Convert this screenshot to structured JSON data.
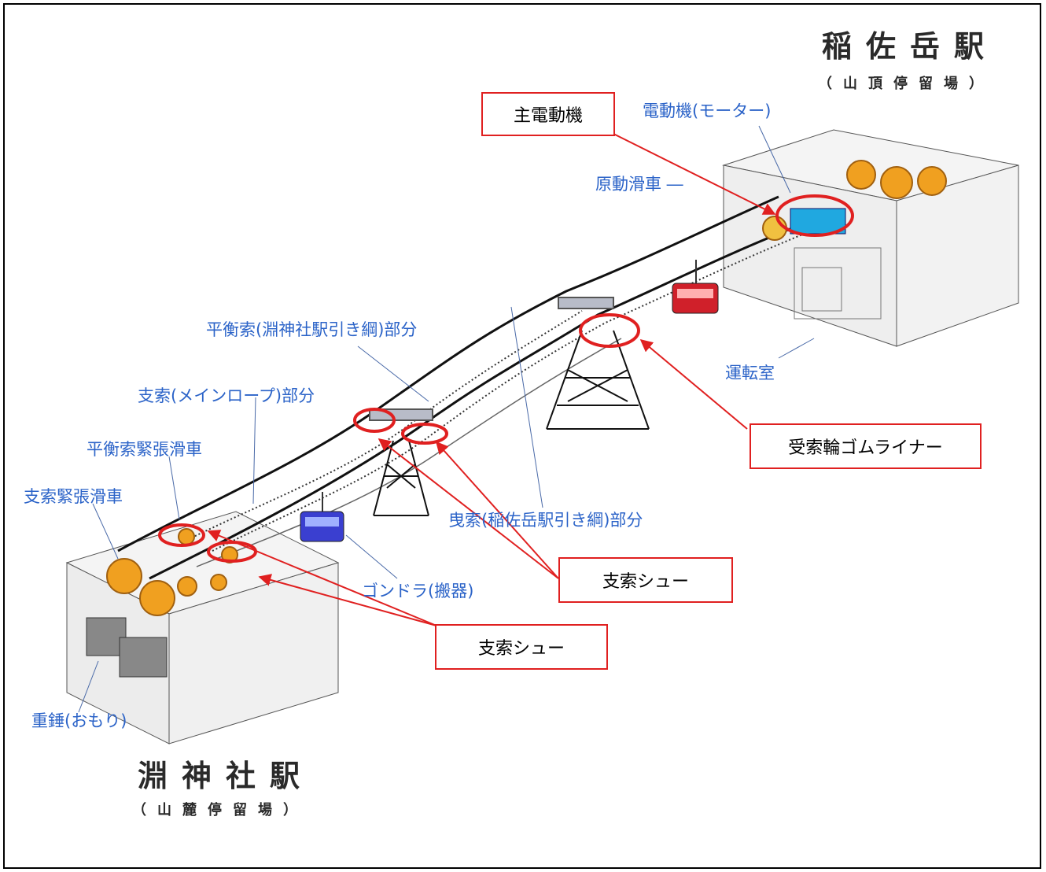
{
  "stations": {
    "top": {
      "name": "稲佐岳駅",
      "sub": "（山頂停留場）"
    },
    "bottom": {
      "name": "淵神社駅",
      "sub": "（山麓停留場）"
    }
  },
  "labels": {
    "motor": "電動機(モーター)",
    "drive_sheave": "原動滑車 ―",
    "control_room": "運転室",
    "balance_rope": "平衡索(淵神社駅引き綱)部分",
    "main_rope": "支索(メインロープ)部分",
    "balance_tension_sheave": "平衡索緊張滑車",
    "main_tension_sheave": "支索緊張滑車",
    "haul_rope": "曳索(稲佐岳駅引き綱)部分",
    "gondola": "ゴンドラ(搬器)",
    "weight": "重錘(おもり)"
  },
  "callouts": {
    "main_motor": "主電動機",
    "rubber_liner": "受索輪ゴムライナー",
    "shoe_1": "支索シュー",
    "shoe_2": "支索シュー"
  },
  "colors": {
    "label_blue": "#2b63c8",
    "callout_red": "#e02020",
    "sheave_orange": "#f0a020",
    "gondola_blue": "#3a3fd0",
    "gondola_red": "#d0202a",
    "motor_cyan": "#20a8e0"
  }
}
